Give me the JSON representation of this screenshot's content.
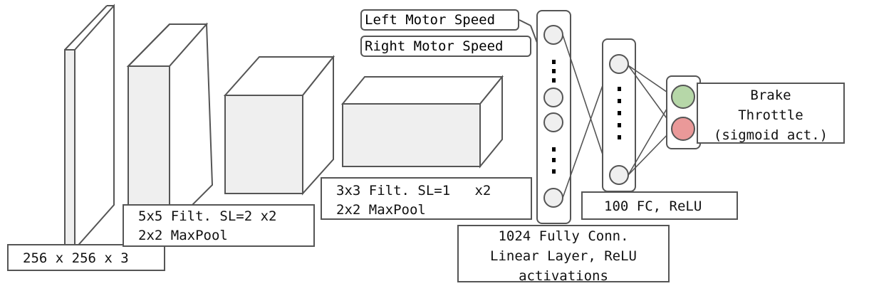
{
  "input_label": "256 x 256 x 3",
  "conv1_label": {
    "line1": "5x5 Filt. SL=2 x2",
    "line2": "2x2 MaxPool"
  },
  "conv2_label": {
    "line1": "3x3 Filt. SL=1   x2",
    "line2": "2x2 MaxPool"
  },
  "extra_inputs": {
    "left": "Left Motor Speed",
    "right": "Right Motor Speed"
  },
  "fc1024_label": {
    "line1": "1024 Fully Conn.",
    "line2": "Linear Layer, ReLU",
    "line3": "activations"
  },
  "fc100_label": "100 FC, ReLU",
  "output_label": {
    "line1": "Brake",
    "line2": "Throttle",
    "line3": "(sigmoid act.)"
  },
  "colors": {
    "brake_node": "#b6d7a8",
    "throttle_node": "#ea9999",
    "node_fill": "#efefef",
    "block_fill": "#efefef",
    "stroke": "#555555"
  }
}
